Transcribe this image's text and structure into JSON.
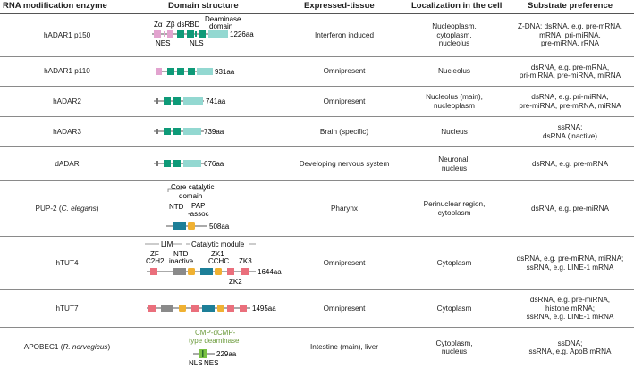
{
  "header": {
    "enzyme": "RNA modification enzyme",
    "domain": "Domain structure",
    "tissue": "Expressed-tissue",
    "localization": "Localization in the cell",
    "substrate": "Substrate preference"
  },
  "colors": {
    "pink": "#e2a3cf",
    "green": "#0e9a78",
    "cyan": "#93d8d1",
    "teal": "#1d7f98",
    "gold": "#f0b132",
    "gray": "#8a8a8a",
    "red": "#ea6f7c",
    "lightgreen": "#79c143",
    "olive": "#6a9a3a"
  },
  "rows": [
    {
      "enzyme": "hADAR1 p150",
      "tissue": "Interferon induced",
      "localization": [
        "Nucleoplasm,",
        "cytoplasm,",
        "nucleolus"
      ],
      "substrate": [
        "Z-DNA; dsRNA, e.g. pre-mRNA,",
        "mRNA, pri-miRNA,",
        "pre-miRNA, rRNA"
      ],
      "domain": {
        "labels": {
          "za": "Zα",
          "zb": "Zβ",
          "dsrbd": "dsRBD",
          "deaminase": "Deaminase",
          "domain": "domain",
          "nes": "NES",
          "nls": "NLS"
        },
        "length": "1226aa"
      }
    },
    {
      "enzyme": "hADAR1 p110",
      "tissue": "Omnipresent",
      "localization": [
        "Nucleolus"
      ],
      "substrate": [
        "dsRNA, e.g. pre-mRNA,",
        "pri-miRNA, pre-miRNA, miRNA"
      ],
      "domain": {
        "length": "931aa"
      }
    },
    {
      "enzyme": "hADAR2",
      "tissue": "Omnipresent",
      "localization": [
        "Nucleolus (main),",
        "nucleoplasm"
      ],
      "substrate": [
        "dsRNA, e.g. pri-miRNA,",
        "pre-miRNA, pre-mRNA, miRNA"
      ],
      "domain": {
        "length": "741aa"
      }
    },
    {
      "enzyme": "hADAR3",
      "tissue": "Brain (specific)",
      "localization": [
        "Nucleus"
      ],
      "substrate": [
        "ssRNA;",
        "dsRNA (inactive)"
      ],
      "domain": {
        "length": "739aa"
      }
    },
    {
      "enzyme": "dADAR",
      "tissue": "Developing nervous system",
      "localization": [
        "Neuronal,",
        "nucleus"
      ],
      "substrate": [
        "dsRNA, e.g. pre-mRNA"
      ],
      "domain": {
        "length": "676aa"
      }
    },
    {
      "enzyme_pre": "PUP-2 (",
      "enzyme_italic": "C. elegans",
      "enzyme_post": ")",
      "tissue": "Pharynx",
      "localization": [
        "Perinuclear region,",
        "cytoplasm"
      ],
      "substrate": [
        "dsRNA, e.g. pre-miRNA"
      ],
      "domain": {
        "labels": {
          "core1": "Core catalytic",
          "core2": "domain",
          "ntd": "NTD",
          "pap1": "PAP",
          "pap2": "-assoc"
        },
        "length": "508aa"
      }
    },
    {
      "enzyme": "hTUT4",
      "tissue": "Omnipresent",
      "localization": [
        "Cytoplasm"
      ],
      "substrate": [
        "dsRNA, e.g. pre-miRNA, miRNA;",
        "ssRNA, e.g. LINE-1 mRNA"
      ],
      "domain": {
        "labels": {
          "lim": "LIM",
          "catalytic": "Catalytic module",
          "zf": "ZF",
          "c2h2": "C2H2",
          "ntd": "NTD",
          "inactive": "inactive",
          "zk1": "ZK1",
          "cchc": "CCHC",
          "zk3": "ZK3",
          "zk2": "ZK2"
        },
        "length": "1644aa"
      }
    },
    {
      "enzyme": "hTUT7",
      "tissue": "Omnipresent",
      "localization": [
        "Cytoplasm"
      ],
      "substrate": [
        "dsRNA, e.g. pre-miRNA,",
        "histone mRNA;",
        "ssRNA, e.g. LINE-1 mRNA"
      ],
      "domain": {
        "length": "1495aa"
      }
    },
    {
      "enzyme_pre": "APOBEC1 (",
      "enzyme_italic": "R. norvegicus",
      "enzyme_post": ")",
      "tissue": "Intestine (main), liver",
      "localization": [
        "Cytoplasm,",
        "nucleus"
      ],
      "substrate": [
        "ssDNA;",
        "ssRNA, e.g. ApoB mRNA"
      ],
      "domain": {
        "labels": {
          "cmp1": "CMP-dCMP-",
          "cmp2": "type deaminase",
          "nls": "NLS",
          "nes": "NES"
        },
        "length": "229aa"
      }
    }
  ]
}
